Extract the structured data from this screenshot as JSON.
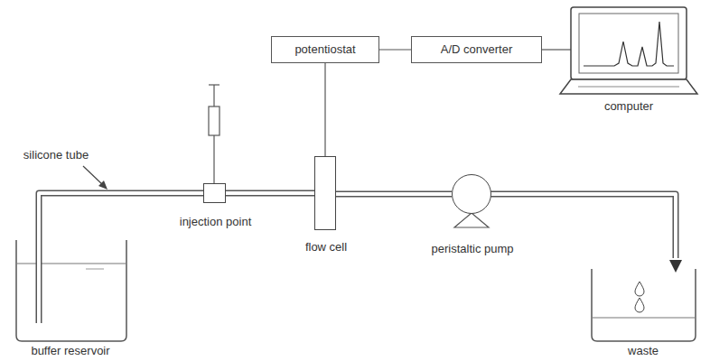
{
  "diagram": {
    "nodes": [
      {
        "text": [
          "potentiostat"
        ]
      },
      {
        "text": [
          "A/D converter"
        ]
      },
      {
        "text": [
          "injection point"
        ]
      },
      {
        "text": [
          "flow cell"
        ]
      },
      {
        "text": [
          "peristaltic pump"
        ]
      }
    ],
    "edges": [
      {
        "from": 0,
        "to": 1,
        "arrow": "none"
      },
      {
        "from": 0,
        "to": 3,
        "arrow": "none"
      },
      {
        "from": 2,
        "to": 3,
        "arrow": "none"
      },
      {
        "from": 3,
        "to": 4,
        "arrow": "none"
      }
    ],
    "labels": [
      "silicone tube",
      "computer",
      "buffer reservoir",
      "waste"
    ]
  }
}
